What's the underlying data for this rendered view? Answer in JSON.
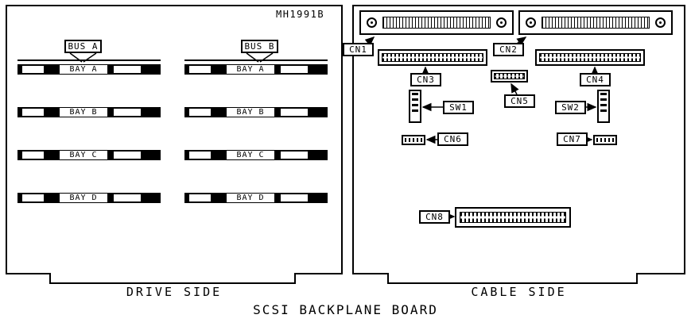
{
  "header": {
    "part_number": "MH1991B"
  },
  "footer": {
    "drive_caption": "DRIVE SIDE",
    "cable_caption": "CABLE SIDE",
    "board_title": "SCSI BACKPLANE BOARD"
  },
  "drive_side": {
    "bus_a": {
      "label": "BUS A",
      "bays": [
        "BAY A",
        "BAY B",
        "BAY C",
        "BAY D"
      ]
    },
    "bus_b": {
      "label": "BUS B",
      "bays": [
        "BAY A",
        "BAY B",
        "BAY C",
        "BAY D"
      ]
    }
  },
  "cable_side": {
    "cn1": "CN1",
    "cn2": "CN2",
    "cn3": "CN3",
    "cn4": "CN4",
    "cn5": "CN5",
    "cn6": "CN6",
    "cn7": "CN7",
    "cn8": "CN8",
    "sw1": "SW1",
    "sw2": "SW2"
  },
  "colors": {
    "line": "#000000",
    "background": "#ffffff"
  }
}
